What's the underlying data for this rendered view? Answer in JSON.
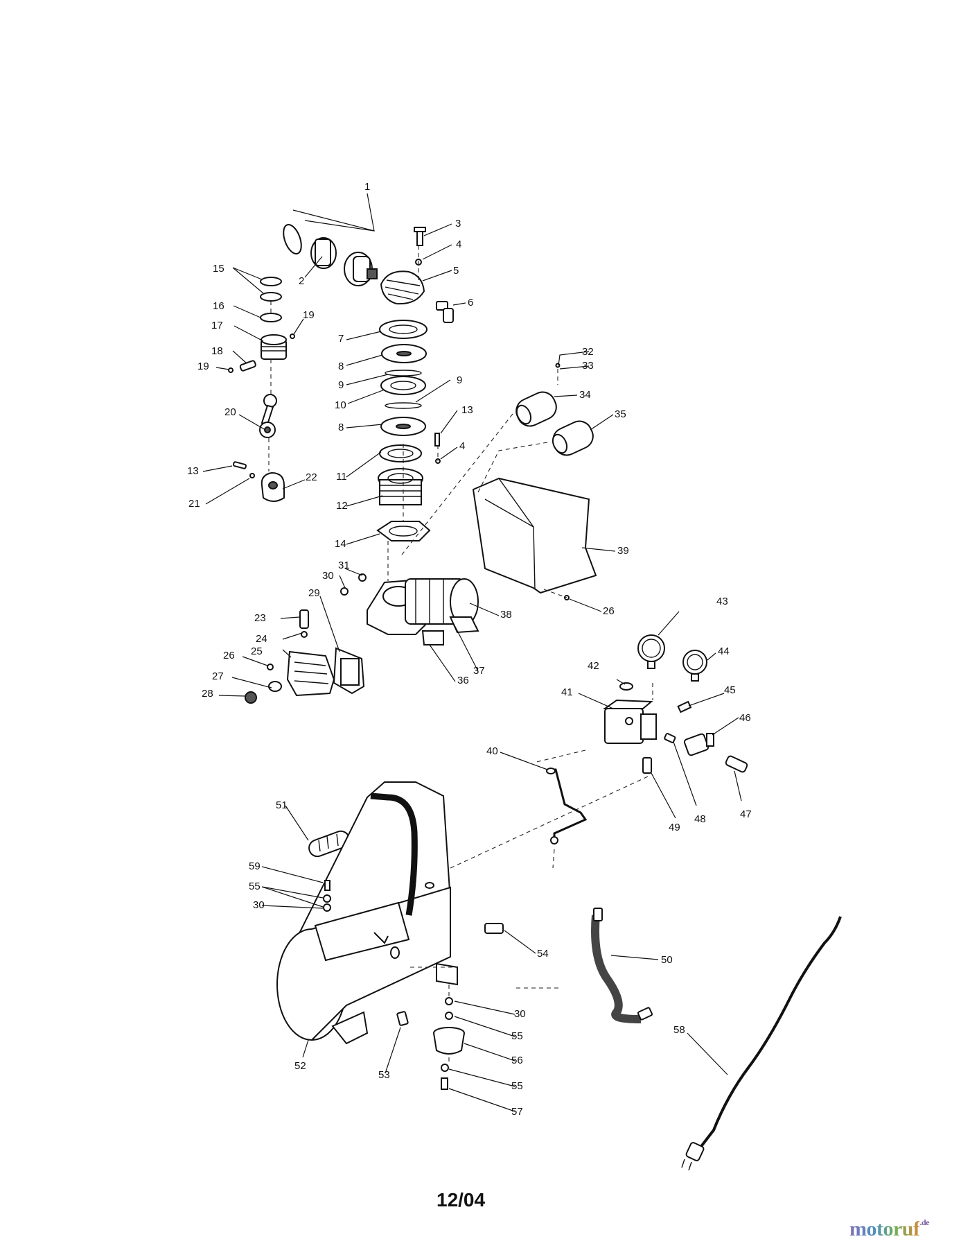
{
  "diagram": {
    "labels": [
      {
        "id": "1",
        "text": "1"
      },
      {
        "id": "2",
        "text": "2"
      },
      {
        "id": "3",
        "text": "3"
      },
      {
        "id": "4a",
        "text": "4"
      },
      {
        "id": "5",
        "text": "5"
      },
      {
        "id": "6",
        "text": "6"
      },
      {
        "id": "7",
        "text": "7"
      },
      {
        "id": "8a",
        "text": "8"
      },
      {
        "id": "9a",
        "text": "9"
      },
      {
        "id": "9b",
        "text": "9"
      },
      {
        "id": "10",
        "text": "10"
      },
      {
        "id": "8b",
        "text": "8"
      },
      {
        "id": "13a",
        "text": "13"
      },
      {
        "id": "4b",
        "text": "4"
      },
      {
        "id": "11",
        "text": "11"
      },
      {
        "id": "12",
        "text": "12"
      },
      {
        "id": "14",
        "text": "14"
      },
      {
        "id": "15",
        "text": "15"
      },
      {
        "id": "16",
        "text": "16"
      },
      {
        "id": "17",
        "text": "17"
      },
      {
        "id": "19a",
        "text": "19"
      },
      {
        "id": "18",
        "text": "18"
      },
      {
        "id": "19b",
        "text": "19"
      },
      {
        "id": "20",
        "text": "20"
      },
      {
        "id": "13b",
        "text": "13"
      },
      {
        "id": "22",
        "text": "22"
      },
      {
        "id": "21",
        "text": "21"
      },
      {
        "id": "32",
        "text": "32"
      },
      {
        "id": "33",
        "text": "33"
      },
      {
        "id": "34",
        "text": "34"
      },
      {
        "id": "35",
        "text": "35"
      },
      {
        "id": "39",
        "text": "39"
      },
      {
        "id": "30a",
        "text": "30"
      },
      {
        "id": "31",
        "text": "31"
      },
      {
        "id": "23",
        "text": "23"
      },
      {
        "id": "29",
        "text": "29"
      },
      {
        "id": "24",
        "text": "24"
      },
      {
        "id": "25",
        "text": "25"
      },
      {
        "id": "26a",
        "text": "26"
      },
      {
        "id": "27",
        "text": "27"
      },
      {
        "id": "28",
        "text": "28"
      },
      {
        "id": "38",
        "text": "38"
      },
      {
        "id": "37",
        "text": "37"
      },
      {
        "id": "36",
        "text": "36"
      },
      {
        "id": "26b",
        "text": "26"
      },
      {
        "id": "43",
        "text": "43"
      },
      {
        "id": "44",
        "text": "44"
      },
      {
        "id": "42",
        "text": "42"
      },
      {
        "id": "45",
        "text": "45"
      },
      {
        "id": "41",
        "text": "41"
      },
      {
        "id": "46",
        "text": "46"
      },
      {
        "id": "40",
        "text": "40"
      },
      {
        "id": "47",
        "text": "47"
      },
      {
        "id": "48",
        "text": "48"
      },
      {
        "id": "49",
        "text": "49"
      },
      {
        "id": "51",
        "text": "51"
      },
      {
        "id": "59",
        "text": "59"
      },
      {
        "id": "55a",
        "text": "55"
      },
      {
        "id": "30b",
        "text": "30"
      },
      {
        "id": "54",
        "text": "54"
      },
      {
        "id": "50",
        "text": "50"
      },
      {
        "id": "30c",
        "text": "30"
      },
      {
        "id": "55b",
        "text": "55"
      },
      {
        "id": "56",
        "text": "56"
      },
      {
        "id": "52",
        "text": "52"
      },
      {
        "id": "53",
        "text": "53"
      },
      {
        "id": "55c",
        "text": "55"
      },
      {
        "id": "57",
        "text": "57"
      },
      {
        "id": "58",
        "text": "58"
      }
    ]
  },
  "footer": {
    "date_code": "12/04",
    "watermark_main": "motoruf",
    "watermark_tld": ".de"
  }
}
